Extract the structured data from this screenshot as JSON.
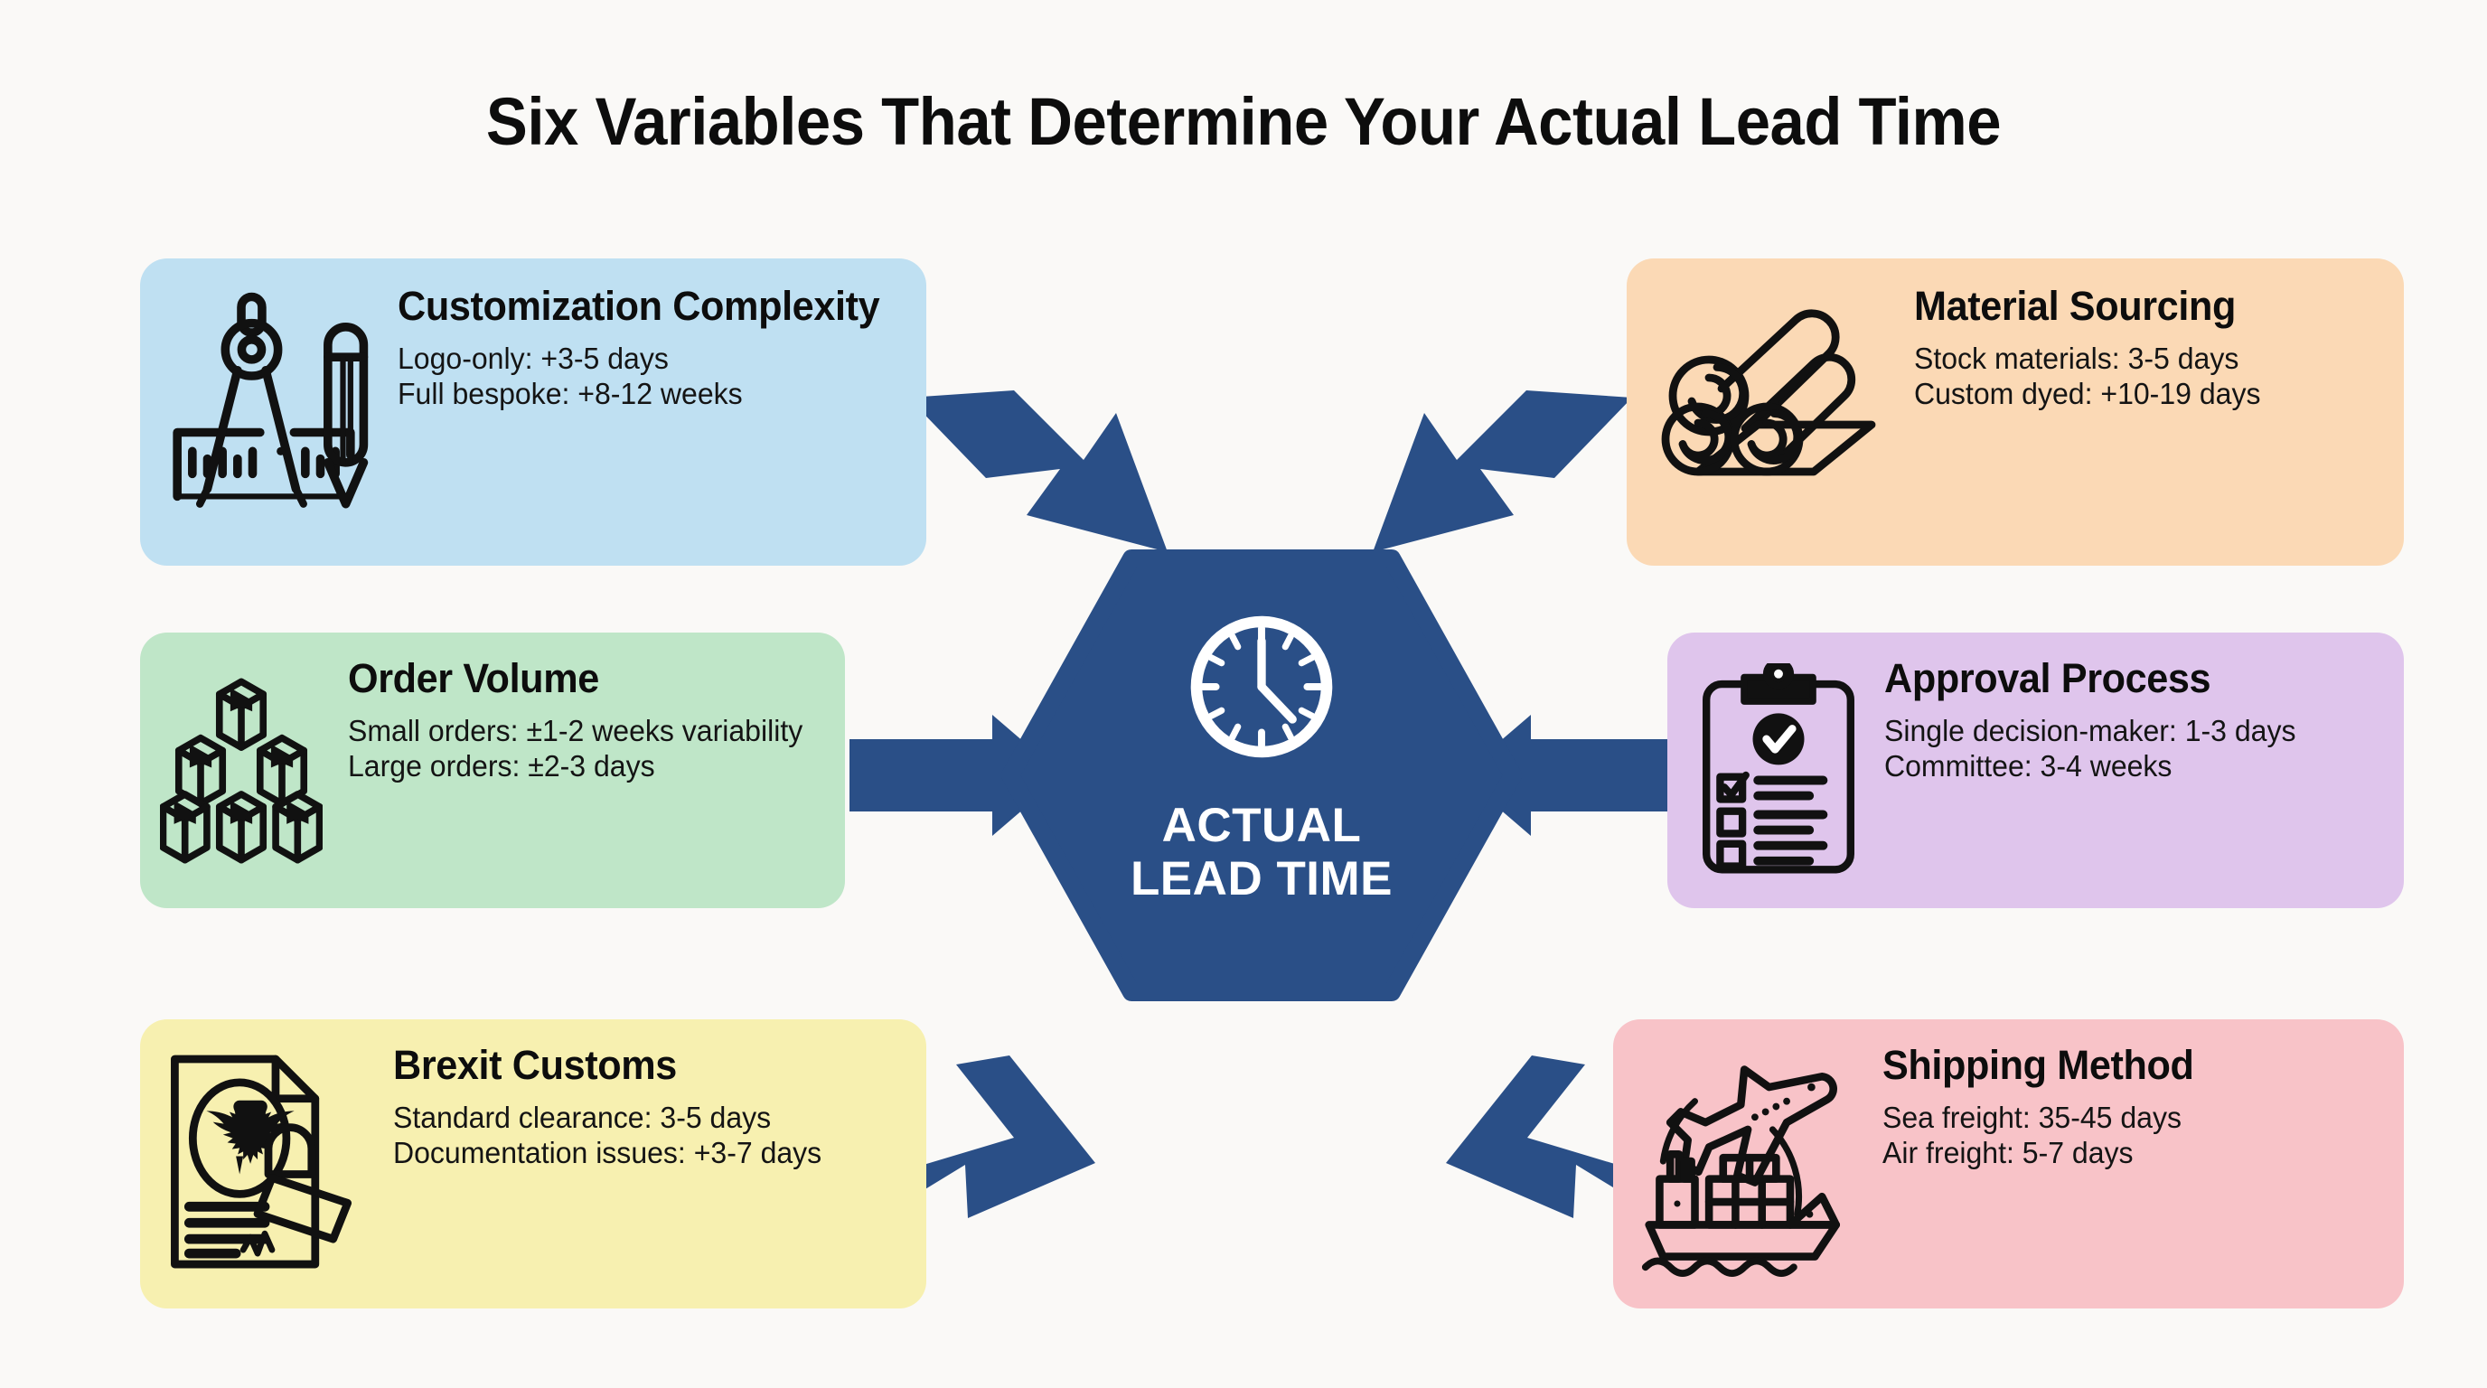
{
  "page": {
    "title": "Six Variables That Determine Your Actual Lead Time",
    "background_color": "#faf9f7",
    "accent_color": "#2a4f87"
  },
  "center": {
    "name": "actual-lead-time-hub",
    "line1": "ACTUAL",
    "line2": "LEAD TIME",
    "shape": "hexagon",
    "fill_color": "#2a4f87",
    "text_color": "#ffffff",
    "icon": "clock-icon"
  },
  "cards": [
    {
      "id": "customization",
      "heading": "Customization Complexity",
      "lines": [
        "Logo-only: +3-5 days",
        "Full bespoke: +8-12 weeks"
      ],
      "color": "#bfe0f2",
      "icon": "compass-drafting-icon",
      "position": "top-left"
    },
    {
      "id": "material",
      "heading": "Material Sourcing",
      "lines": [
        "Stock materials: 3-5 days",
        "Custom dyed: +10-19 days"
      ],
      "color": "#fbd9b5",
      "icon": "fabric-rolls-icon",
      "position": "top-right"
    },
    {
      "id": "order",
      "heading": "Order Volume",
      "lines": [
        "Small orders: ±1-2 weeks variability",
        "Large orders: ±2-3 days"
      ],
      "color": "#bfe6c8",
      "icon": "stacked-boxes-icon",
      "position": "middle-left"
    },
    {
      "id": "approval",
      "heading": "Approval Process",
      "lines": [
        "Single decision-maker: 1-3 days",
        "Committee: 3-4 weeks"
      ],
      "color": "#dfc5ec",
      "icon": "clipboard-checklist-icon",
      "position": "middle-right"
    },
    {
      "id": "brexit",
      "heading": "Brexit Customs",
      "lines": [
        "Standard clearance: 3-5 days",
        "Documentation issues: +3-7 days"
      ],
      "color": "#f7f0b0",
      "icon": "stamped-document-icon",
      "position": "bottom-left"
    },
    {
      "id": "shipping",
      "heading": "Shipping Method",
      "lines": [
        "Sea freight: 35-45 days",
        "Air freight: 5-7 days"
      ],
      "color": "#f8c3c8",
      "icon": "plane-and-ship-icon",
      "position": "bottom-right"
    }
  ],
  "arrows": {
    "count": 6,
    "color": "#2a4f87",
    "direction": "inward-to-center"
  }
}
